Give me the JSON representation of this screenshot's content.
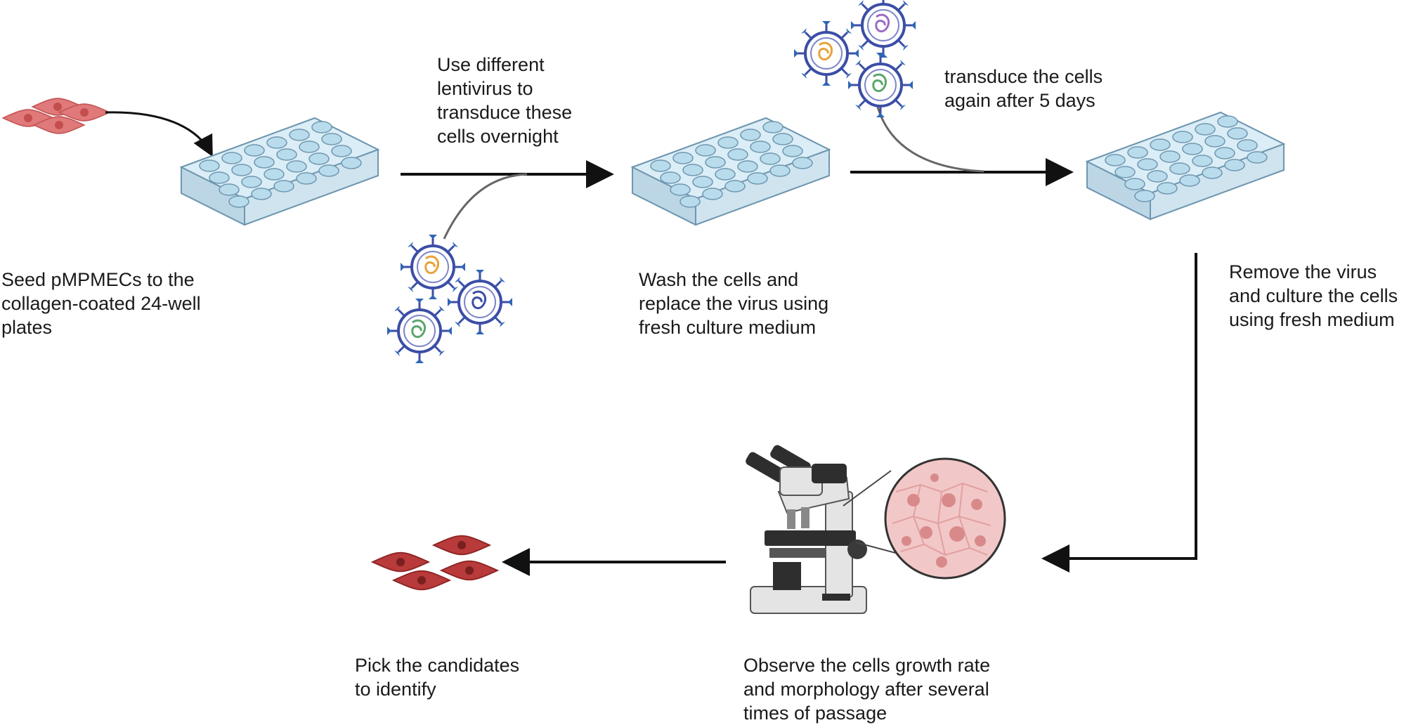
{
  "steps": {
    "seed": "Seed pMPMECs to the\ncollagen-coated 24-well\nplates",
    "transduce_overnight": "Use different\nlentivirus to\ntransduce  these\ncells overnight",
    "wash": "Wash the cells and\nreplace the virus using\nfresh culture medium",
    "transduce_again": "transduce the cells\nagain after 5 days",
    "remove_virus": "Remove the virus\nand culture the cells\nusing fresh medium",
    "observe": "Observe the cells growth rate\nand morphology after several\ntimes of passage",
    "pick": "Pick the candidates\nto identify"
  },
  "colors": {
    "arrow": "#111111",
    "plate_fill": "#d7eaf4",
    "plate_edge": "#6f97b0",
    "well_fill": "#b9dcec",
    "seed_cells": "#e07a7a",
    "final_cells": "#b83a3a",
    "virus_ring": "#3b4ea6",
    "virus_spike": "#2f66b5",
    "virus_core_orange": "#e9a23b",
    "virus_core_purple": "#9b6bc4",
    "virus_core_green": "#5aa66b",
    "lens_fill": "#f2c7c7",
    "lens_nucleus": "#d88a8a",
    "microscope_body": "#e4e4e4",
    "microscope_dark": "#2e2e2e"
  },
  "icons": [
    "cell-icon",
    "well-plate-icon",
    "lentivirus-icon",
    "microscope-icon",
    "magnified-cells-icon",
    "arrow-icon"
  ]
}
